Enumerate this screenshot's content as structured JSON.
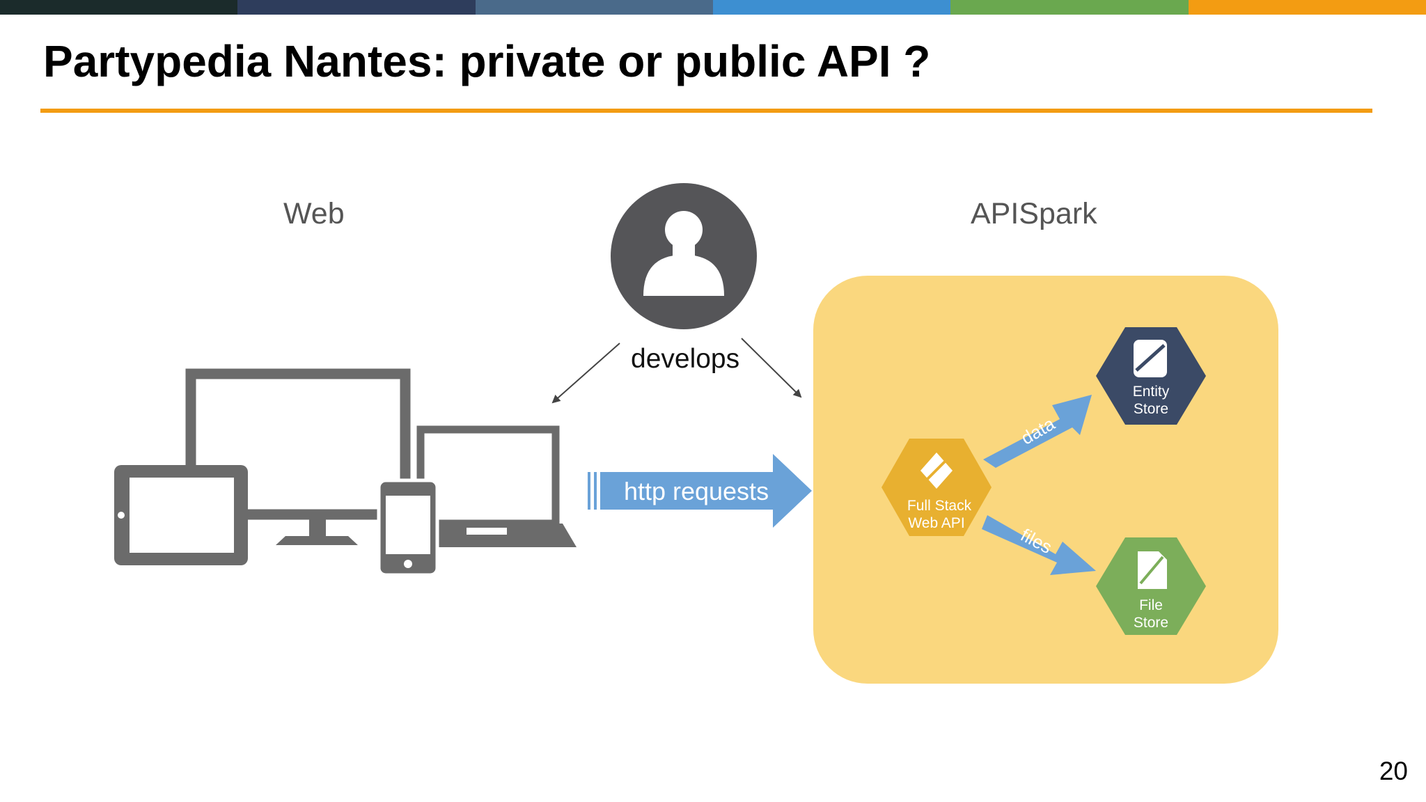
{
  "slide": {
    "title": "Partypedia Nantes: private or public API ?",
    "page_number": "20",
    "top_bar_colors": [
      "#1b2b2b",
      "#2e3d5c",
      "#4a6a8a",
      "#3d8fd1",
      "#6aa84f",
      "#f39c12"
    ],
    "accent_color": "#f39c12"
  },
  "diagram": {
    "web_label": "Web",
    "apispark_label": "APISpark",
    "develops_label": "develops",
    "http_requests_label": "http requests",
    "data_label": "data",
    "files_label": "files",
    "full_stack": {
      "line1": "Full Stack",
      "line2": "Web API",
      "color": "#e8b030"
    },
    "entity_store": {
      "line1": "Entity",
      "line2": "Store",
      "color": "#3b4a66"
    },
    "file_store": {
      "line1": "File",
      "line2": "Store",
      "color": "#7cae5a"
    },
    "apispark_box_color": "#fad77e",
    "arrow_color": "#6aa2d8",
    "device_color": "#6b6b6b",
    "icons": [
      "user-icon",
      "monitor-icon",
      "tablet-icon",
      "phone-icon",
      "laptop-icon",
      "database-icon",
      "file-icon"
    ]
  }
}
